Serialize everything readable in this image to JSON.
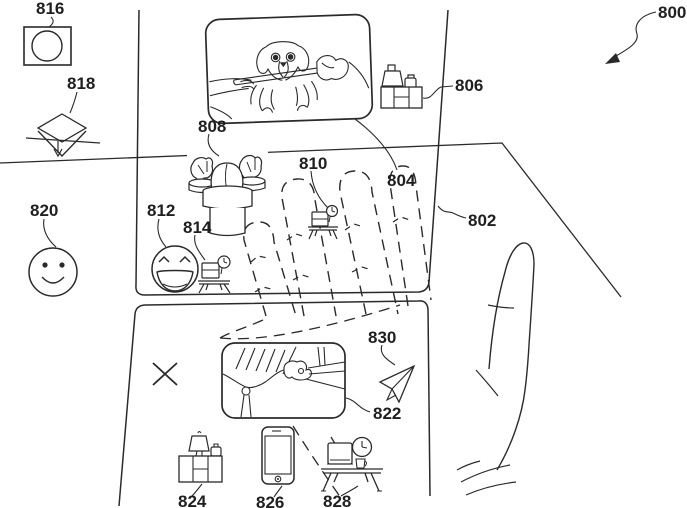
{
  "figure": {
    "kind": "patent-line-drawing",
    "colors": {
      "ink": "#2a2a2a",
      "paper": "#ffffff"
    },
    "ref_labels": {
      "800": "800",
      "802": "802",
      "804": "804",
      "806": "806",
      "808": "808",
      "810": "810",
      "812": "812",
      "814": "814",
      "816": "816",
      "818": "818",
      "820": "820",
      "822": "822",
      "824": "824",
      "826": "826",
      "828": "828",
      "830": "830"
    },
    "icons": {
      "806": "cabinet-with-vase-icon",
      "810": "desk-with-clock-icon",
      "812": "laughing-emoji-icon",
      "814": "desk-with-clock-icon",
      "816": "picture-frame-icon",
      "818": "ar-cube-drop-icon",
      "820": "smiley-face-icon",
      "824": "cabinet-with-vase-icon",
      "826": "smartphone-icon",
      "828": "desk-with-laptop-clock-icon",
      "830": "send-paper-plane-icon",
      "x": "x-mark"
    },
    "objects": {
      "802": "virtual-panel-edge",
      "804": "photo-card-dog-with-stick",
      "808": "food-platter-on-stand",
      "822": "photo-card-zipline-scene",
      "hand": "hand-reaching-through-panels"
    }
  }
}
